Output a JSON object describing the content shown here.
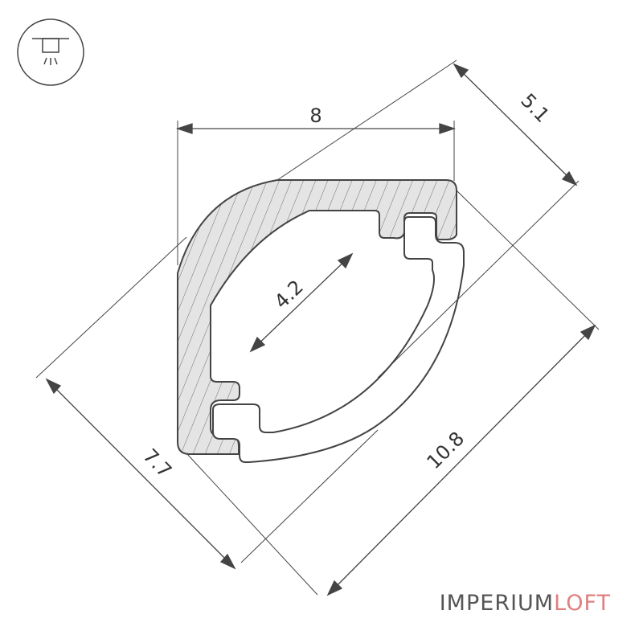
{
  "dimensions": {
    "width_top": "8",
    "diag_right": "5.1",
    "inner": "4.2",
    "left_diag": "7.7",
    "bottom_diag": "10.8"
  },
  "brand": {
    "part1": "IMPERIUM",
    "part2": "LOFT",
    "color1": "#555555",
    "color2": "#e07f7f"
  },
  "icon": "ceiling-light-icon"
}
